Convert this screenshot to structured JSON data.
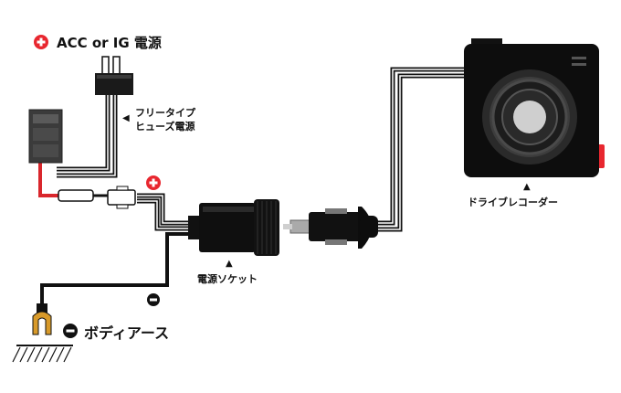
{
  "labels": {
    "acc_power": "ACC or IG 電源",
    "fuse_line1": "フリータイプ",
    "fuse_line2": "ヒューズ電源",
    "socket": "電源ソケット",
    "recorder": "ドライブレコーダー",
    "body_earth": "ボディアース"
  },
  "icons": {
    "plus_symbol": "plus-circle-icon",
    "minus_symbol": "minus-circle-icon",
    "pointer": "triangle-pointer-icon"
  },
  "colors": {
    "plus_red": "#e8272f",
    "wire_red": "#d9262c",
    "wire_black": "#111111",
    "device_black": "#0d0d0d",
    "earth_terminal": "#d89a2a"
  }
}
